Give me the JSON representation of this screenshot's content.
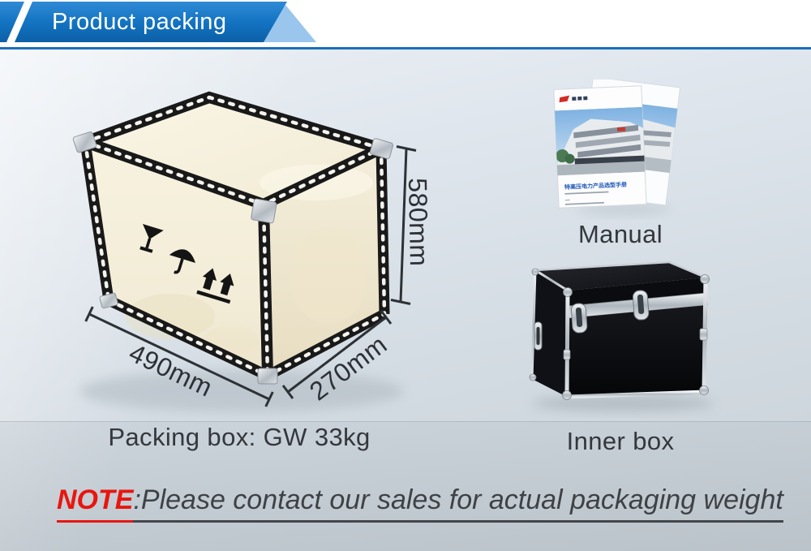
{
  "header": {
    "title": "Product packing"
  },
  "packing_box": {
    "caption": "Packing box: GW 33kg",
    "dimensions": {
      "height": "580mm",
      "length": "490mm",
      "depth": "270mm"
    },
    "icons": {
      "fragile": "wine-glass",
      "keep_dry": "umbrella",
      "this_side_up": "double-up-arrows"
    }
  },
  "manual": {
    "label": "Manual",
    "cover_title": "特高压电力产品选型手册"
  },
  "inner_box": {
    "label": "Inner box"
  },
  "note": {
    "prefix": "NOTE",
    "body": ":Please contact our sales for actual  packaging weight"
  },
  "colors": {
    "banner_blue": "#1b7ccb",
    "banner_light_blue": "#9ac6ed",
    "rule_blue": "#1a6fba",
    "note_red": "#e8160f",
    "crate_face_cream": "#f4efdb",
    "crate_band_black": "#1a1a1a",
    "case_black": "#0c0d10",
    "aluminum_silver": "#c9ced4",
    "label_gray": "#34383d"
  }
}
